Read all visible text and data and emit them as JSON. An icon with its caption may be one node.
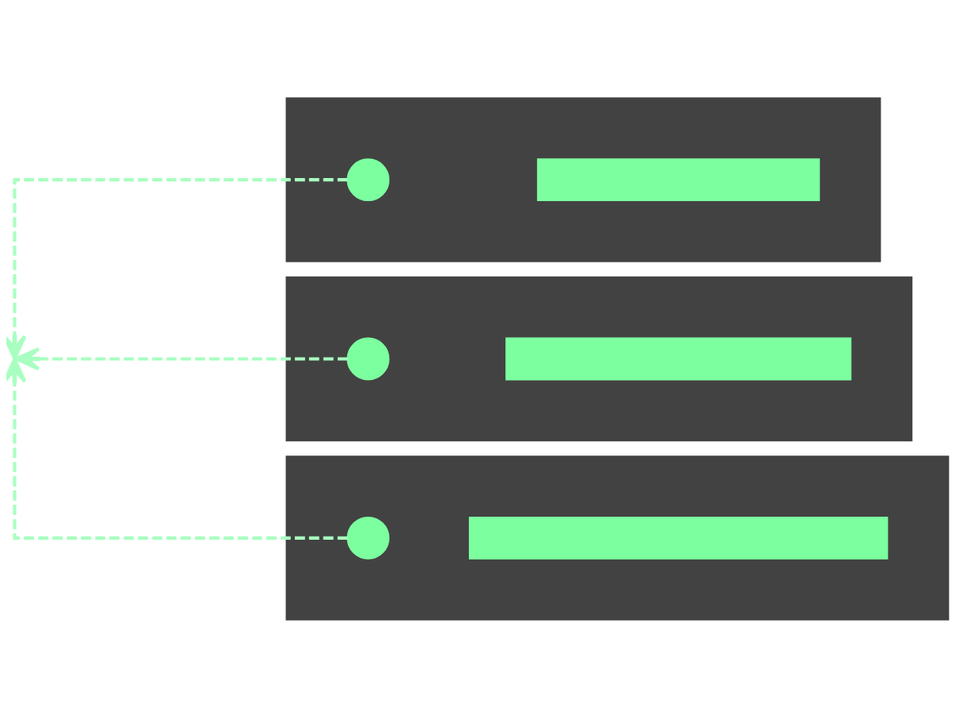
{
  "diagram": {
    "nodes": [
      {
        "text": [],
        "shape": "box"
      },
      {
        "text": [],
        "shape": "circle",
        "in": 0
      },
      {
        "text": [],
        "shape": "bar",
        "in": 0
      },
      {
        "text": [],
        "shape": "box"
      },
      {
        "text": [],
        "shape": "circle",
        "in": 3
      },
      {
        "text": [],
        "shape": "bar",
        "in": 3
      },
      {
        "text": [],
        "shape": "box"
      },
      {
        "text": [],
        "shape": "circle",
        "in": 6
      },
      {
        "text": [],
        "shape": "bar",
        "in": 6
      }
    ],
    "edges": [
      {
        "from": 1,
        "to": null,
        "arrow": "to",
        "style": "dashed"
      },
      {
        "from": 4,
        "to": null,
        "arrow": "to",
        "style": "dashed"
      },
      {
        "from": 7,
        "to": null,
        "arrow": "to",
        "style": "dashed"
      }
    ]
  }
}
